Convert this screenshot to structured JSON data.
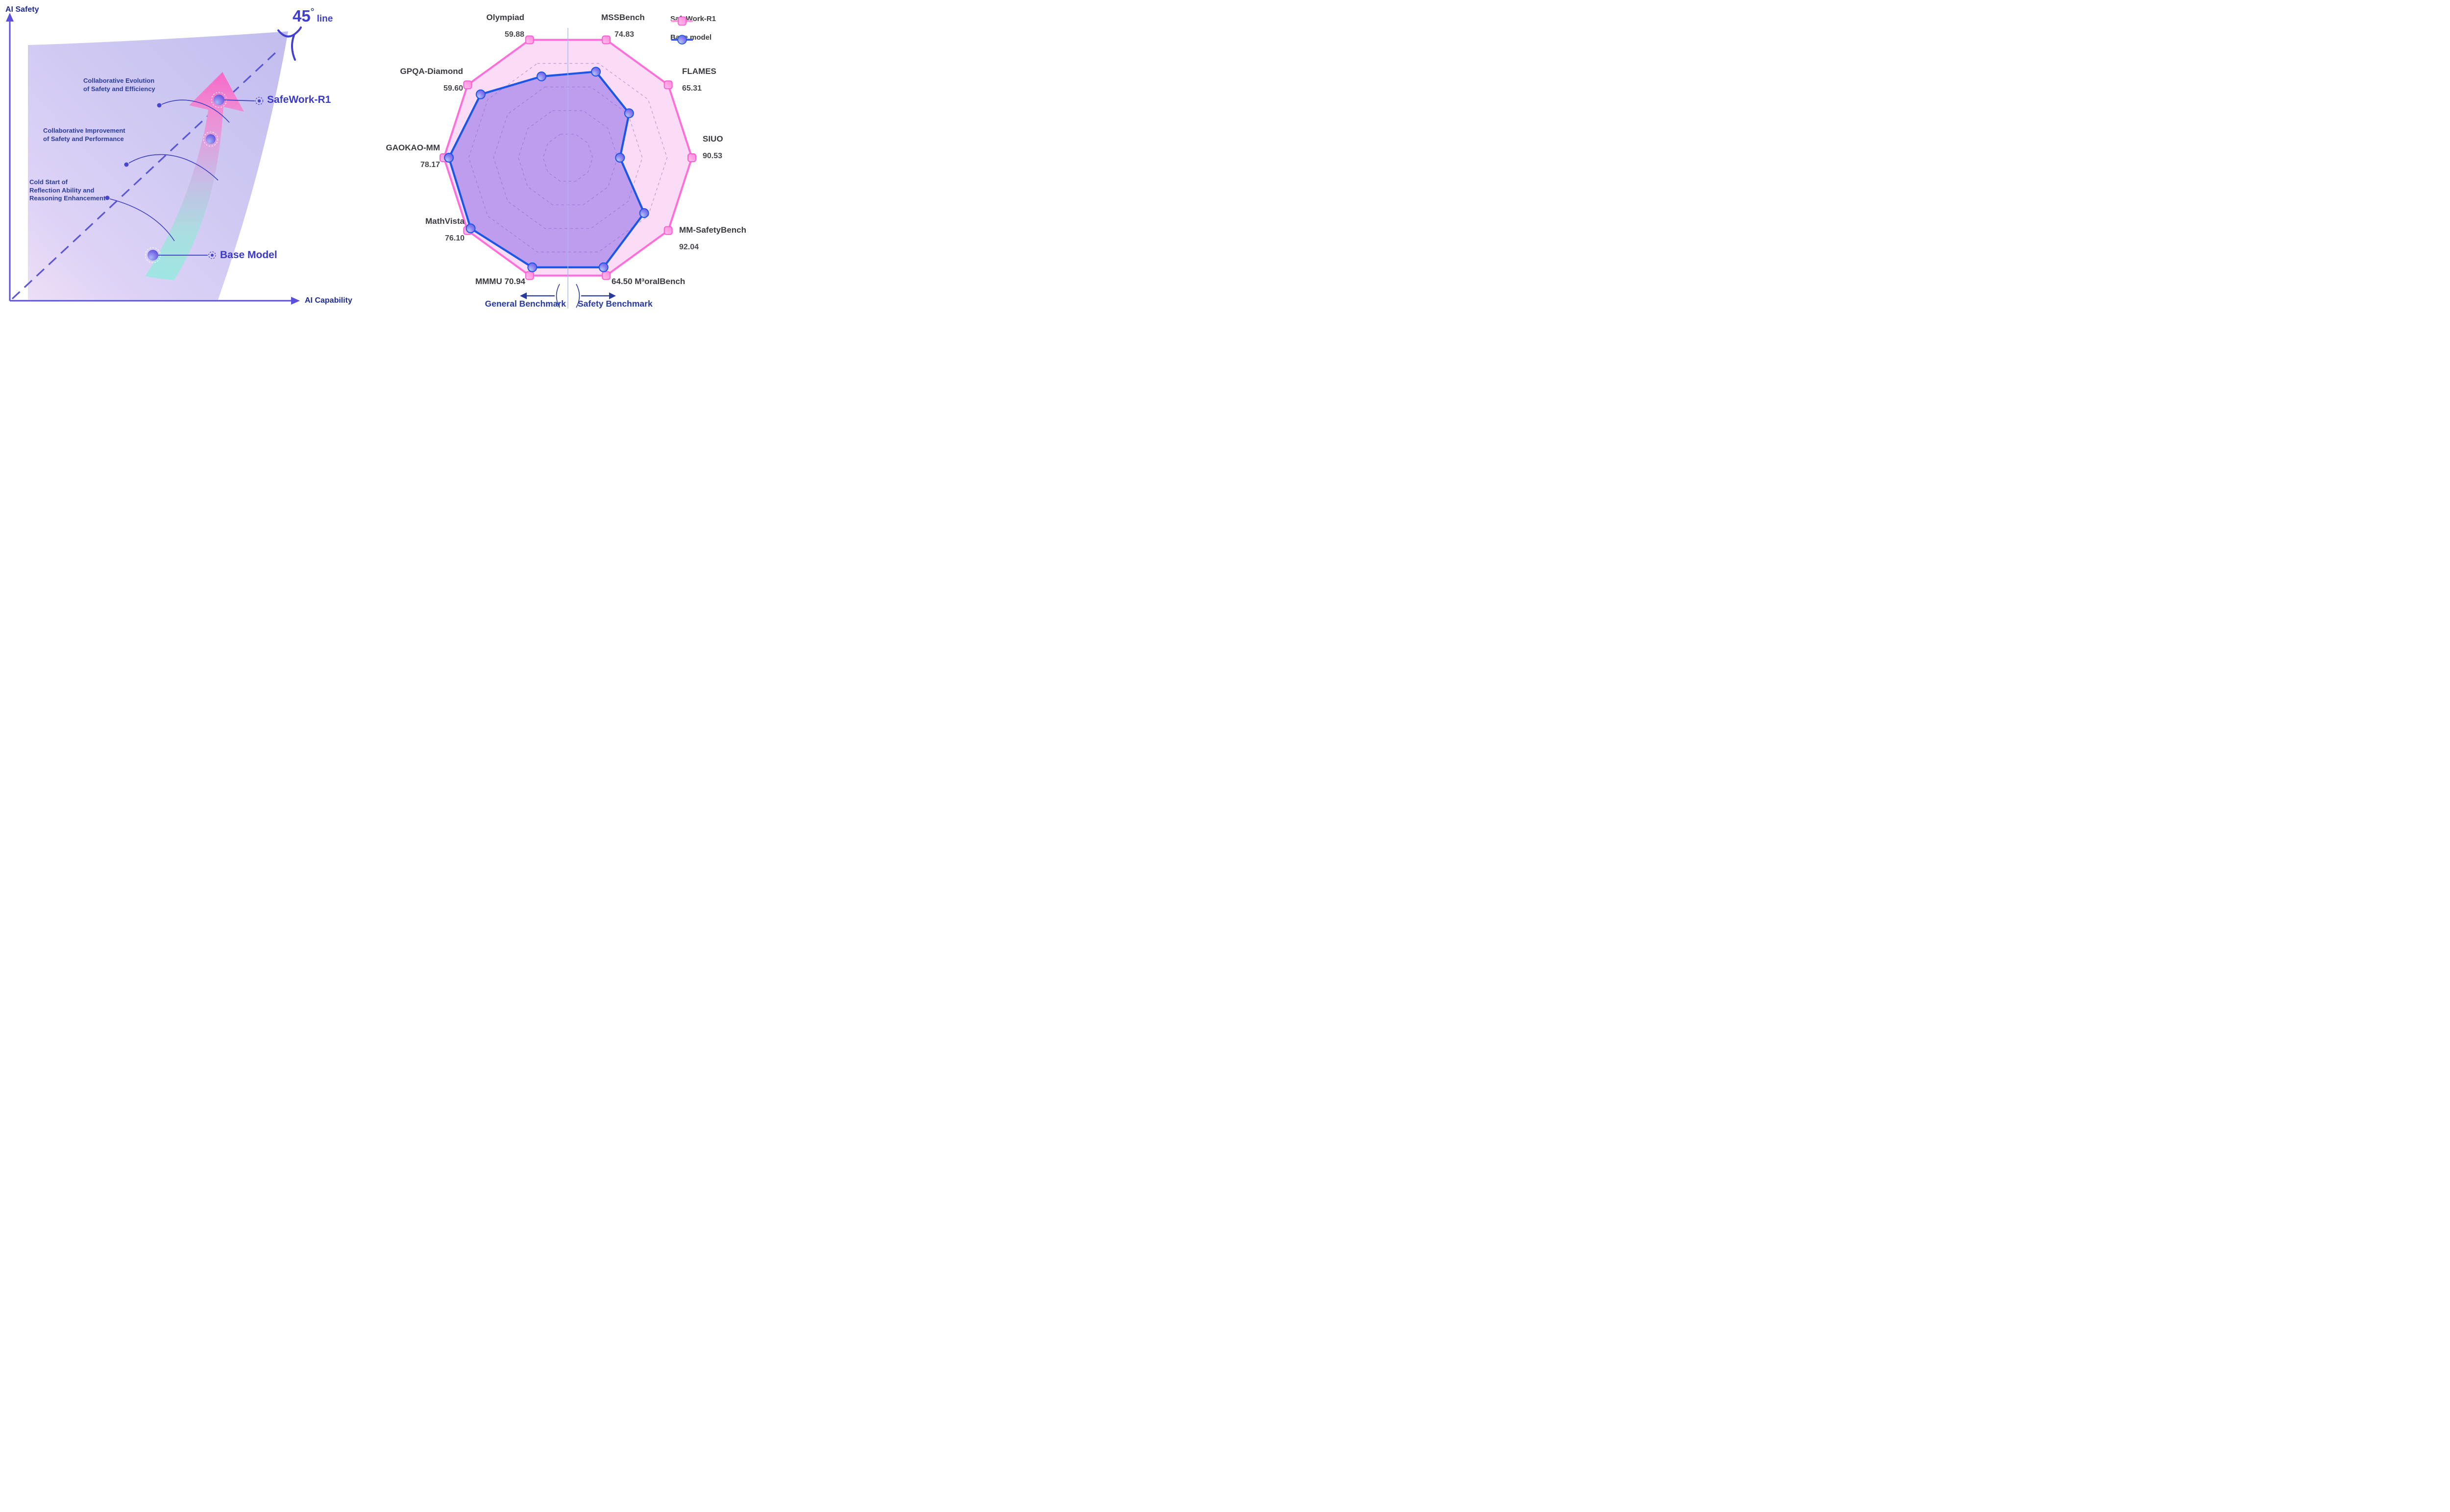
{
  "left_panel": {
    "y_axis_label": "AI Safety",
    "x_axis_label": "AI Capability",
    "diagonal_label": {
      "number": "45",
      "degree": "°",
      "word": "line"
    },
    "annotations": [
      {
        "lines": [
          "Collaborative Evolution",
          "of Safety and Efficiency"
        ]
      },
      {
        "lines": [
          "Collaborative Improvement",
          "of Safety and Performance"
        ]
      },
      {
        "lines": [
          "Cold Start of",
          "Reflection Ability and",
          "Reasoning Enhancement"
        ]
      }
    ],
    "point_labels": {
      "safework": "SafeWork-R1",
      "base": "Base Model"
    },
    "colors": {
      "navy_text": "#1e2b96",
      "indigo_label": "#3b3ac8",
      "axis": "#5a4fe0",
      "diagonal_dash": "#5b57d8",
      "arrow_pink": "#f567c6",
      "arrow_cyan": "#9fe6e3",
      "region_lavender": "#c9c4f1"
    }
  },
  "chart_data": {
    "type": "radar",
    "title": "",
    "axes": [
      "Olympiad",
      "MSSBench",
      "FLAMES",
      "SIUO",
      "MM-SafetyBench",
      "M³oralBench",
      "MMMU",
      "MathVista",
      "GAOKAO-MM",
      "GPQA-Diamond"
    ],
    "series": [
      {
        "name": "SafeWork-R1",
        "values": [
          59.88,
          74.83,
          65.31,
          90.53,
          92.04,
          64.5,
          70.94,
          76.1,
          78.17,
          59.6
        ],
        "note": "each axis normalized so SafeWork-R1 sits on the outer decagon",
        "color": "#ff6ed9"
      },
      {
        "name": "Base model",
        "values_labeled": false,
        "relative_radius": [
          0.69,
          0.73,
          0.61,
          0.42,
          0.76,
          0.93,
          0.93,
          0.97,
          0.96,
          0.87
        ],
        "color": "#1a57e8"
      }
    ],
    "value_labels": [
      "59.88",
      "74.83",
      "65.31",
      "90.53",
      "92.04",
      "64.50",
      "70.94",
      "76.10",
      "78.17",
      "59.60"
    ],
    "legend": [
      {
        "label": "SafeWork-R1",
        "marker": "pink-square-icon"
      },
      {
        "label": "Base model",
        "marker": "blue-circle-icon"
      }
    ],
    "footer": {
      "left": "General Benchmark",
      "right": "Safety Benchmark"
    },
    "grid": {
      "style": "dashed concentric decagons",
      "rings": 4,
      "divider": "vertical center line"
    }
  }
}
